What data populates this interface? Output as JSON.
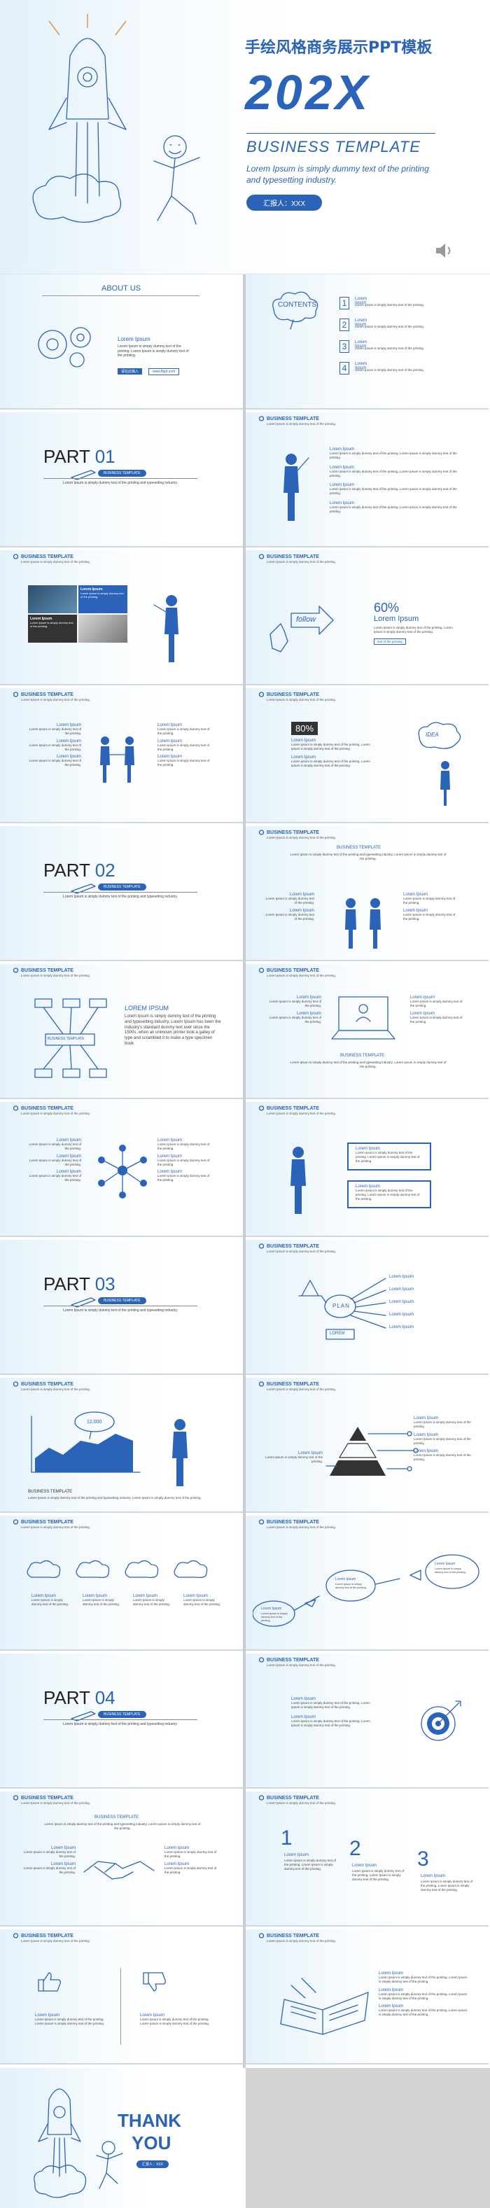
{
  "cover": {
    "cn_title": "手绘风格商务展示PPT模板",
    "year": "202X",
    "business_template": "BUSINESS TEMPLATE",
    "subtitle_1": "Lorem Ipsum is simply dummy text of the printing",
    "subtitle_2": "and typesetting industry.",
    "reporter": "汇报人：XXX"
  },
  "common": {
    "header": "BUSINESS TEMPLATE",
    "header_sub": "Lorem Ipsum is simply dummy text of the printing.",
    "lorem_heading": "Lorem Ipsum",
    "lorem_short": "Lorem Ipsum is simply dummy text of the printing.",
    "lorem_mid": "Lorem ipsum is simply dummy text of the printing. Lorem Ipsum is simply dummy text of the printing.",
    "lorem_long": "Lorem Ipsum is simply dummy text of the printing and typesetting industry.",
    "lorem_long2": "Lorem Ipsum is simply dummy text of the printing and typesetting industry. Lorem Ipsum is simply dummy text of the printing.",
    "lorem_part": "Lorem Ipsum is simply dummy text of the printing and typesetting industry."
  },
  "about": {
    "title": "ABOUT US",
    "heading": "Lorem Ipsum",
    "text": "Lorem Ipsum is simply dummy text of the printing. Lorem Ipsum is simply dummy text of the printing.",
    "btn1": "请在此输入",
    "btn2": "www.lfppt.com"
  },
  "contents": {
    "title": "CONTENTS",
    "items": [
      {
        "num": "1",
        "label": "Lorem Ipsum",
        "text": "Lorem Ipsum is simply dummy text of the printing."
      },
      {
        "num": "2",
        "label": "Lorem Ipsum",
        "text": "Lorem Ipsum is simply dummy text of the printing."
      },
      {
        "num": "3",
        "label": "Lorem Ipsum",
        "text": "Lorem Ipsum is simply dummy text of the printing."
      },
      {
        "num": "4",
        "label": "Lorem Ipsum",
        "text": "Lorem Ipsum is simply dummy text of the printing."
      }
    ]
  },
  "parts": [
    {
      "word": "PART",
      "num": "01"
    },
    {
      "word": "PART",
      "num": "02"
    },
    {
      "word": "PART",
      "num": "03"
    },
    {
      "word": "PART",
      "num": "04"
    }
  ],
  "follow_slide": {
    "percent": "60%",
    "heading": "Lorem Ipsum",
    "btn": "text of the printing",
    "word": "follow"
  },
  "idea_slide": {
    "percent": "80%",
    "word": "IDEA"
  },
  "lorem_ipsum_caps": "LOREM IPSUM",
  "lorem_ipsum_para": "Lorem Ipsum is simply dummy text of the printing and typesetting industry. Lorem Ipsum has been the industry's standard dummy text ever since the 1500s, when an unknown printer took a galley of type and scrambled it to make a type specimen book.",
  "plan_slide": {
    "plan": "PLAN",
    "lorem": "LOREM",
    "items": [
      "Lorem Ipsum",
      "Lorem Ipsum",
      "Lorem Ipsum",
      "Lorem Ipsum",
      "Lorem Ipsum"
    ]
  },
  "chart_slide": {
    "label": "12,000",
    "business": "BUSINESS TEMPLATE"
  },
  "nums": [
    "1",
    "2",
    "3"
  ],
  "thanks": {
    "line1": "THANK",
    "line2": "YOU"
  }
}
